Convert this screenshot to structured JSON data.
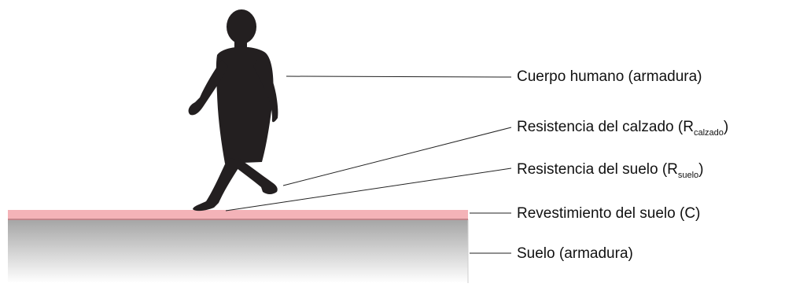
{
  "labels": {
    "human_body": "Cuerpo humano (armadura)",
    "shoe_resistance": {
      "prefix": "Resistencia del calzado (R",
      "sub": "calzado",
      "suffix": ")"
    },
    "floor_resistance": {
      "prefix": "Resistencia del suelo (R",
      "sub": "suelo",
      "suffix": ")"
    },
    "floor_covering": "Revestimiento del suelo (C)",
    "ground": "Suelo (armadura)"
  },
  "colors": {
    "silhouette": "#231f20",
    "covering_fill": "#f4b3b8",
    "covering_edge": "#c2868b",
    "ground_top": "#a5a5a5",
    "ground_bottom": "#ffffff",
    "leader_line": "#222222"
  },
  "icons": {
    "person": "walking-child-silhouette"
  }
}
